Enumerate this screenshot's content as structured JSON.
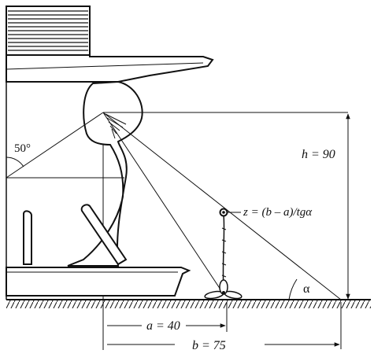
{
  "labels": {
    "angle_50": "50°",
    "h_label": "h = 90",
    "z_formula": "z = (b – a)/tgα",
    "alpha": "α",
    "a_label": "a = 40",
    "b_label": "b = 75"
  },
  "values": {
    "view_angle_deg": 50,
    "h": 90,
    "a": 40,
    "b": 75
  },
  "colors": {
    "ink": "#111111",
    "background": "#ffffff"
  }
}
